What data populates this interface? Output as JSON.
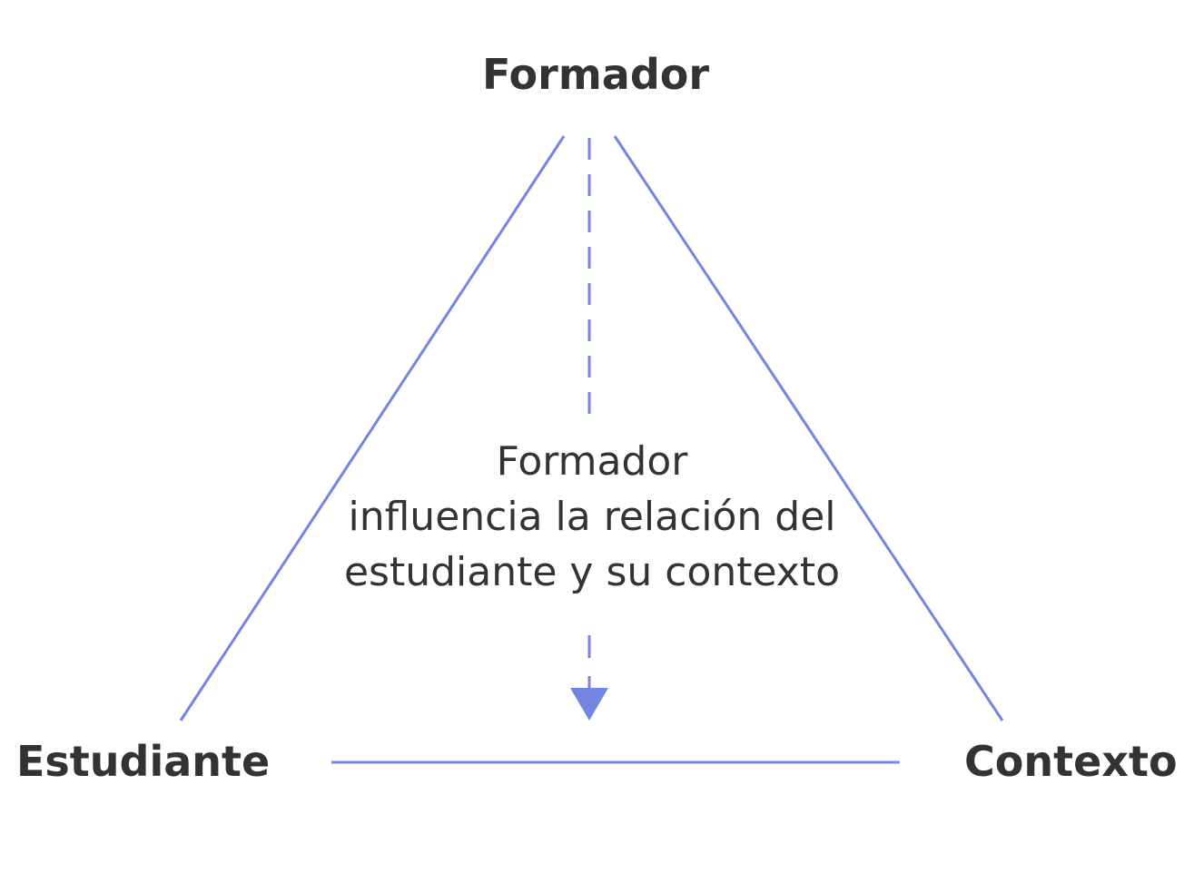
{
  "nodes": {
    "top": "Formador",
    "left": "Estudiante",
    "right": "Contexto"
  },
  "caption": {
    "line1": "Formador",
    "line2": "influencia la relación del",
    "line3": "estudiante y su contexto"
  },
  "colors": {
    "line": "#7484e2",
    "text": "#333333"
  }
}
